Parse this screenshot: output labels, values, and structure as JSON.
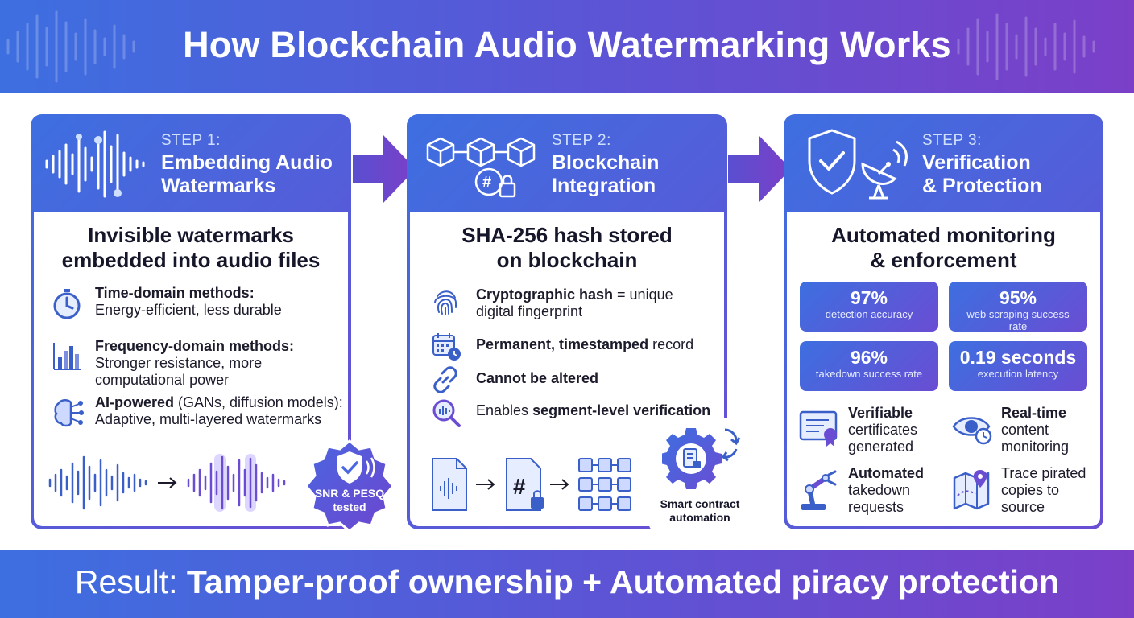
{
  "header": {
    "title": "How Blockchain Audio Watermarking Works"
  },
  "footer": {
    "lead": "Result: ",
    "strong": "Tamper-proof ownership + Automated piracy protection"
  },
  "step1": {
    "label": "STEP 1:",
    "title_line1": "Embedding Audio",
    "title_line2": "Watermarks",
    "heading_line1": "Invisible watermarks",
    "heading_line2": "embedded into audio files",
    "items": [
      {
        "bold": "Time-domain methods:",
        "rest1": "Energy-efficient, less durable",
        "rest2": ""
      },
      {
        "bold": "Frequency-domain methods:",
        "rest1": "Stronger resistance, more",
        "rest2": "computational power"
      },
      {
        "bold": "AI-powered",
        "inline": " (GANs, diffusion models):",
        "rest1": "Adaptive, multi-layered watermarks"
      }
    ],
    "badge_line1": "SNR & PESQ",
    "badge_line2": "tested"
  },
  "step2": {
    "label": "STEP 2:",
    "title_line1": "Blockchain",
    "title_line2": "Integration",
    "heading_line1": "SHA-256 hash stored",
    "heading_line2": "on blockchain",
    "items": [
      {
        "bold": "Cryptographic hash",
        "rest_inline": " = unique",
        "rest1": "digital fingerprint"
      },
      {
        "bold": "Permanent, timestamped",
        "rest_inline": " record"
      },
      {
        "bold": "Cannot be altered"
      },
      {
        "pre": "Enables ",
        "bold": "segment-level verification"
      }
    ],
    "smart_line1": "Smart contract",
    "smart_line2": "automation"
  },
  "step3": {
    "label": "STEP 3:",
    "title_line1": "Verification",
    "title_line2": "& Protection",
    "heading_line1": "Automated monitoring",
    "heading_line2": "& enforcement",
    "stats": [
      {
        "value": "97%",
        "label": "detection accuracy"
      },
      {
        "value": "95%",
        "label": "web scraping success",
        "label2": "rate"
      },
      {
        "value": "96%",
        "label": "takedown success rate"
      },
      {
        "value": "0.19 seconds",
        "label": "execution latency"
      }
    ],
    "features": [
      {
        "l1": "Verifiable",
        "l2": "certificates",
        "l3": "generated"
      },
      {
        "l1": "Real-time",
        "l2": "content",
        "l3": "monitoring"
      },
      {
        "l1": "Automated",
        "l2": "takedown",
        "l3": "requests"
      },
      {
        "l1": "Trace pirated",
        "l2": "copies to",
        "l3": "source"
      }
    ]
  },
  "colors": {
    "blue": "#3d6fe0",
    "purple": "#7b3fc8",
    "icon_blue": "#3b5fc9",
    "light_blue": "#cfe0ff"
  }
}
